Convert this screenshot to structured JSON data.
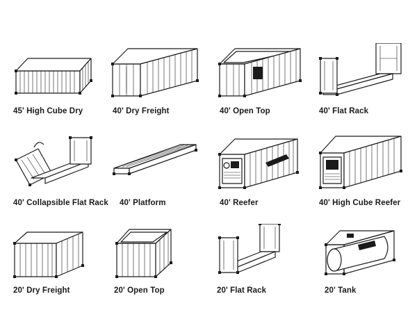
{
  "containers": [
    {
      "label": "45' High Cube Dry",
      "icon": "high-cube-dry-container-icon"
    },
    {
      "label": "40' Dry Freight",
      "icon": "dry-freight-container-icon"
    },
    {
      "label": "40' Open Top",
      "icon": "open-top-container-icon"
    },
    {
      "label": "40' Flat Rack",
      "icon": "flat-rack-container-icon"
    },
    {
      "label": "40' Collapsible Flat Rack",
      "icon": "collapsible-flat-rack-icon"
    },
    {
      "label": "40' Platform",
      "icon": "platform-container-icon"
    },
    {
      "label": "40' Reefer",
      "icon": "reefer-container-icon"
    },
    {
      "label": "40' High Cube Reefer",
      "icon": "high-cube-reefer-icon"
    },
    {
      "label": "20' Dry Freight",
      "icon": "dry-freight-20-container-icon"
    },
    {
      "label": "20' Open Top",
      "icon": "open-top-20-container-icon"
    },
    {
      "label": "20' Flat Rack",
      "icon": "flat-rack-20-container-icon"
    },
    {
      "label": "20' Tank",
      "icon": "tank-container-icon"
    }
  ]
}
